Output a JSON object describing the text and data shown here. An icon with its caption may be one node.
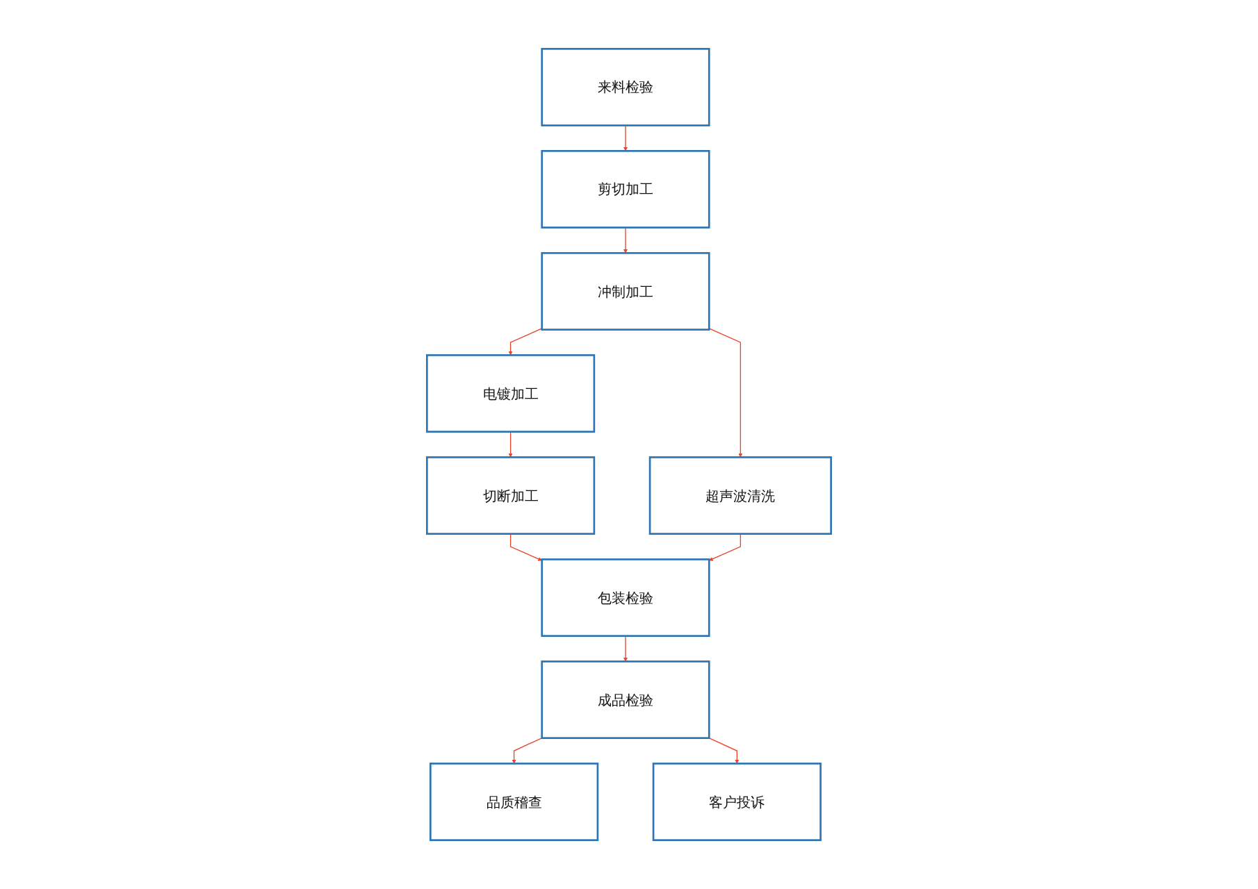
{
  "diagram": {
    "nodes": [
      {
        "text": [
          "来料检验"
        ]
      },
      {
        "text": [
          "剪切加工"
        ]
      },
      {
        "text": [
          "冲制加工"
        ]
      },
      {
        "text": [
          "电镀加工"
        ]
      },
      {
        "text": [
          "超声波清洗"
        ]
      },
      {
        "text": [
          "切断加工"
        ]
      },
      {
        "text": [
          "包装检验"
        ]
      },
      {
        "text": [
          "成品检验"
        ]
      },
      {
        "text": [
          "品质稽查"
        ]
      },
      {
        "text": [
          "客户投诉"
        ]
      }
    ],
    "edges": [
      {
        "from": 0,
        "to": 1,
        "arrow": "to"
      },
      {
        "from": 1,
        "to": 2,
        "arrow": "to"
      },
      {
        "from": 2,
        "to": 3,
        "arrow": "to"
      },
      {
        "from": 2,
        "to": 4,
        "arrow": "to"
      },
      {
        "from": 3,
        "to": 5,
        "arrow": "to"
      },
      {
        "from": 5,
        "to": 6,
        "arrow": "to"
      },
      {
        "from": 4,
        "to": 6,
        "arrow": "to"
      },
      {
        "from": 6,
        "to": 7,
        "arrow": "to"
      },
      {
        "from": 7,
        "to": 8,
        "arrow": "to"
      },
      {
        "from": 7,
        "to": 9,
        "arrow": "to"
      }
    ]
  }
}
